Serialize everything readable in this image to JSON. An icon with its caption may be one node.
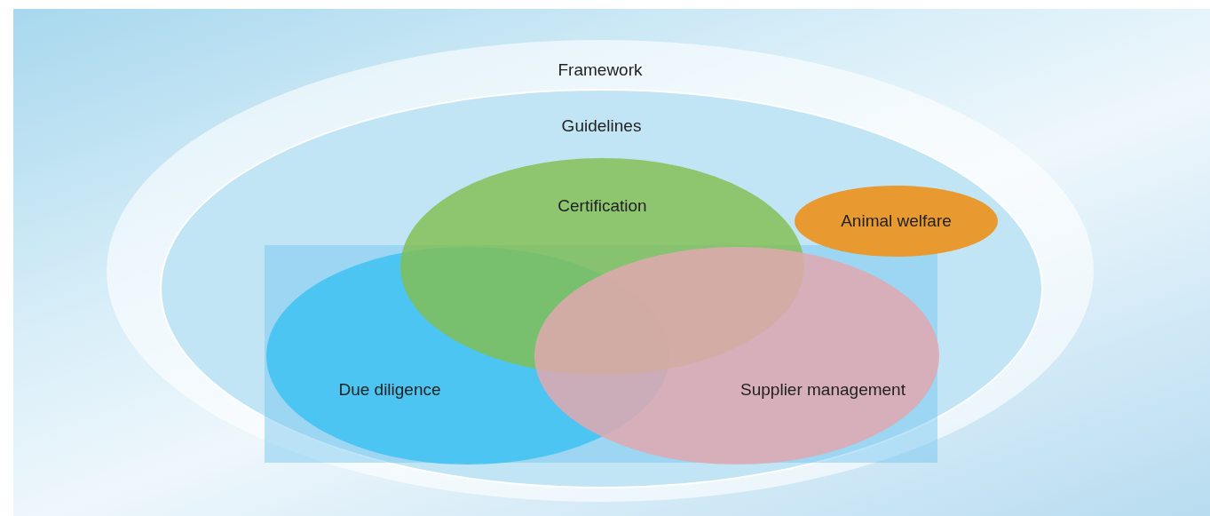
{
  "diagram": {
    "nodes": [
      {
        "text": [
          "Framework"
        ]
      },
      {
        "text": [
          "Guidelines"
        ],
        "in": 0
      },
      {
        "text": [
          "Due diligence"
        ],
        "in": 1
      },
      {
        "text": [
          "Certification"
        ],
        "in": 1
      },
      {
        "text": [
          "Supplier management"
        ],
        "in": 1
      },
      {
        "text": [
          "Animal welfare"
        ],
        "in": 1
      }
    ]
  }
}
